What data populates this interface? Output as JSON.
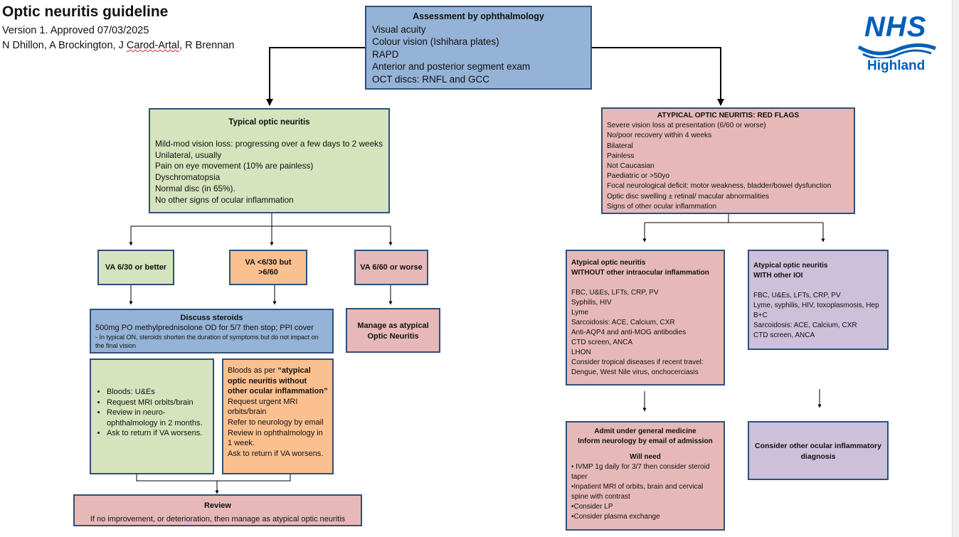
{
  "header": {
    "title": "Optic neuritis guideline",
    "version": "Version 1. Approved 07/03/2025",
    "authors_a": "N Dhillon, A Brockington, J ",
    "authors_b": "Carod-Artal",
    "authors_c": ", R Brennan"
  },
  "logo": {
    "nhs": "NHS",
    "region": "Highland",
    "color": "#005eb8"
  },
  "assessment": {
    "title": "Assessment by ophthalmology",
    "items": [
      "Visual acuity",
      "Colour vision (Ishihara plates)",
      "RAPD",
      "Anterior and posterior segment exam",
      "OCT discs: RNFL and GCC"
    ]
  },
  "typical": {
    "title": "Typical optic neuritis",
    "items": [
      "Mild-mod vision loss: progressing over a few days to 2 weeks",
      "Unilateral, usually",
      "Pain on eye movement (10% are painless)",
      "Dyschromatopsia",
      "Normal disc (in 65%).",
      "No other signs of ocular inflammation"
    ]
  },
  "va": {
    "better": "VA 6/30 or better",
    "mid": "VA <6/30 but >6/60",
    "worse": "VA 6/60 or worse"
  },
  "steroids": {
    "title": "Discuss steroids",
    "line1": "500mg PO methylprednisolone OD for 5/7 then stop; PPI cover",
    "note": "- In typical ON, steroids shorten the duration of symptoms but do not impact on the final vision"
  },
  "manage_atypical": "Manage as atypical Optic Neuritis",
  "mild_plan": {
    "items": [
      "Bloods: U&Es",
      "Request MRI orbits/brain",
      "Review in neuro-ophthalmology in 2 months.",
      "Ask to return if VA worsens."
    ]
  },
  "mid_plan": {
    "intro": "Bloods as per ",
    "quoted": "“atypical optic neuritis without other ocular inflammation”",
    "items": [
      "Request urgent MRI orbits/brain",
      "Refer to neurology by email",
      "Review in ophthalmology in 1 week.",
      "Ask to return if VA worsens."
    ]
  },
  "review": {
    "title": "Review",
    "text": "If no improvement, or deterioration, then manage as atypical optic neuritis"
  },
  "red_flags": {
    "title": "ATYPICAL OPTIC NEURITIS: RED FLAGS",
    "items": [
      "Severe vision loss at presentation (6/60 or worse)",
      "No/poor recovery within 4 weeks",
      "Bilateral",
      "Painless",
      "Not Caucasian",
      "Paediatric or >50yo",
      "Focal neurological deficit: motor weakness, bladder/bowel dysfunction",
      "Optic disc swelling ± retinal/ macular abnormalities",
      "Signs of other ocular inflammation"
    ]
  },
  "without_ioi": {
    "title1": "Atypical optic neuritis",
    "title2": "WITHOUT other intraocular inflammation",
    "items": [
      "FBC, U&Es, LFTs, CRP, PV",
      "Syphilis, HIV",
      "Lyme",
      "Sarcoidosis: ACE, Calcium, CXR",
      "Anti-AQP4 and anti-MOG antibodies",
      "CTD screen, ANCA",
      "LHON",
      "Consider tropical diseases if recent travel: Dengue, West Nile virus, onchocerciasis"
    ]
  },
  "with_ioi": {
    "title1": "Atypical optic neuritis",
    "title2": "WITH other IOI",
    "items": [
      "FBC, U&Es, LFTs, CRP, PV",
      "Lyme, syphilis, HIV, toxoplasmosis, Hep B+C",
      "Sarcoidosis: ACE, Calcium, CXR",
      "CTD screen, ANCA"
    ]
  },
  "admit": {
    "title1": "Admit under general medicine",
    "title2": "Inform neurology by email of admission",
    "will_need": "Will need",
    "items": [
      "• IVMP 1g daily for 3/7 then consider steroid taper",
      "•Inpatient MRI of orbits, brain and cervical spine with contrast",
      "•Consider LP",
      "•Consider plasma exchange"
    ]
  },
  "consider_other": "Consider other ocular inflammatory diagnosis"
}
